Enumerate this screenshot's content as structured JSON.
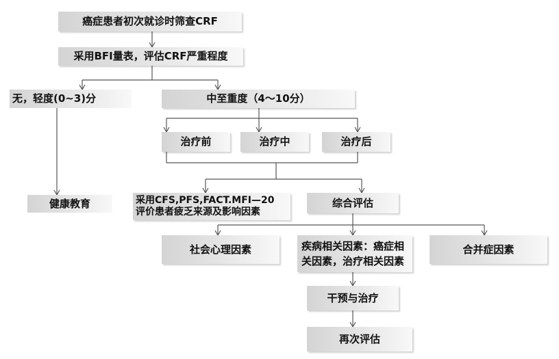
{
  "nodes": {
    "screen": "癌症患者初次就诊时筛查CRF",
    "bfi": "采用BFI量表，评估CRF严重程度",
    "mild": "无，轻度(0~3)分",
    "moderate": "中至重度（4～10分）",
    "before": "治疗前",
    "during": "治疗中",
    "after": "治疗后",
    "education": "健康教育",
    "assess_tools": "采用CFS,PFS,FACT.MFI—20\n评价患者疲乏来源及影响因素",
    "comprehensive": "综合评估",
    "psychosocial": "社会心理因素",
    "disease_related": "疾病相关因素：癌症相\n关因素，治疗相关因素",
    "comorbidity": "合并症因素",
    "intervention": "干预与治疗",
    "reassess": "再次评估"
  },
  "colors": {
    "line": "#555555",
    "box_dark": "#d4d4d4",
    "box_light": "#f8f8f8",
    "text": "#111111"
  }
}
